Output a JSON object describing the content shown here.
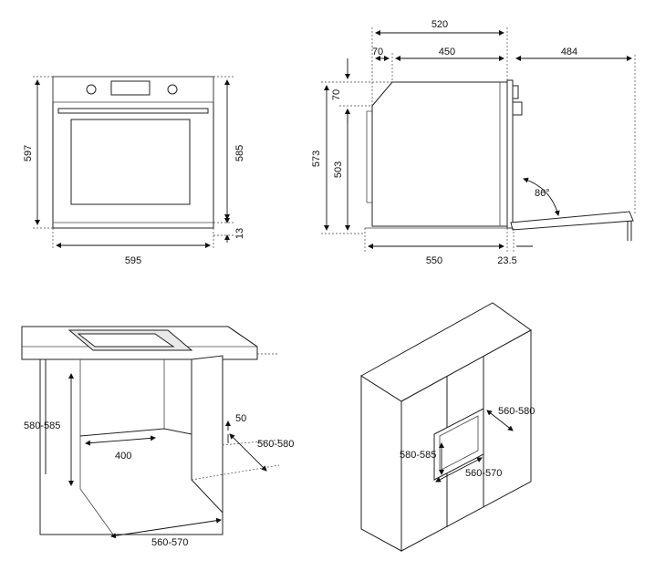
{
  "front_view": {
    "height_total": "597",
    "height_body": "585",
    "height_base": "13",
    "width": "595"
  },
  "side_view": {
    "depth_total": "520",
    "depth_top_offset": "70",
    "depth_body": "450",
    "door_open": "484",
    "top_offset_v": "70",
    "height_total": "573",
    "height_inner": "503",
    "door_angle": "86°",
    "bottom_depth": "550",
    "door_thickness": "23.5"
  },
  "undercounter": {
    "height": "580-585",
    "width_back": "400",
    "gap": "50",
    "depth": "560-580",
    "width": "560-570"
  },
  "column": {
    "depth": "560-580",
    "height": "580-585",
    "width": "560-570"
  }
}
